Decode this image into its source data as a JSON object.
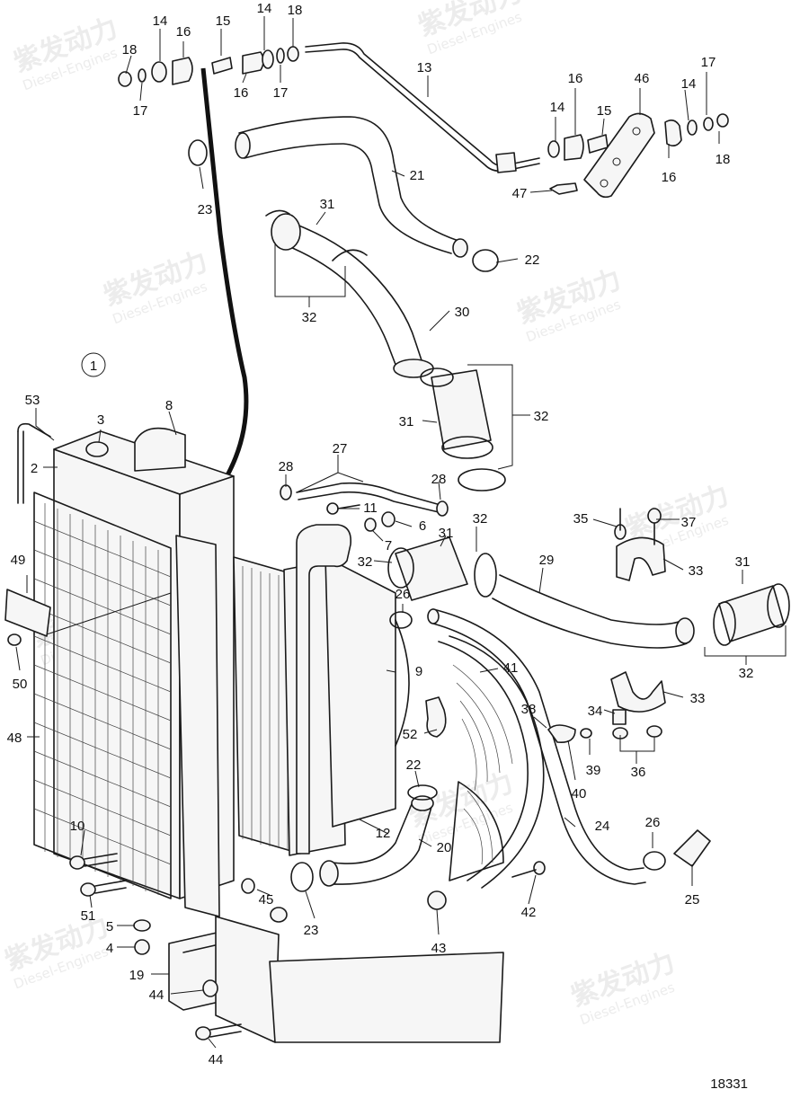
{
  "figure_ref": "18331",
  "view_marker": "1",
  "watermark": {
    "brand": "紫发动力",
    "sub": "Diesel-Engines"
  },
  "callouts": [
    "1",
    "2",
    "3",
    "4",
    "5",
    "6",
    "7",
    "8",
    "9",
    "10",
    "11",
    "12",
    "13",
    "14",
    "15",
    "16",
    "17",
    "18",
    "19",
    "20",
    "21",
    "22",
    "23",
    "24",
    "25",
    "26",
    "27",
    "28",
    "29",
    "30",
    "31",
    "32",
    "33",
    "34",
    "35",
    "36",
    "37",
    "38",
    "39",
    "40",
    "41",
    "42",
    "43",
    "44",
    "45",
    "46",
    "47",
    "48",
    "49",
    "50",
    "51",
    "52",
    "53"
  ]
}
